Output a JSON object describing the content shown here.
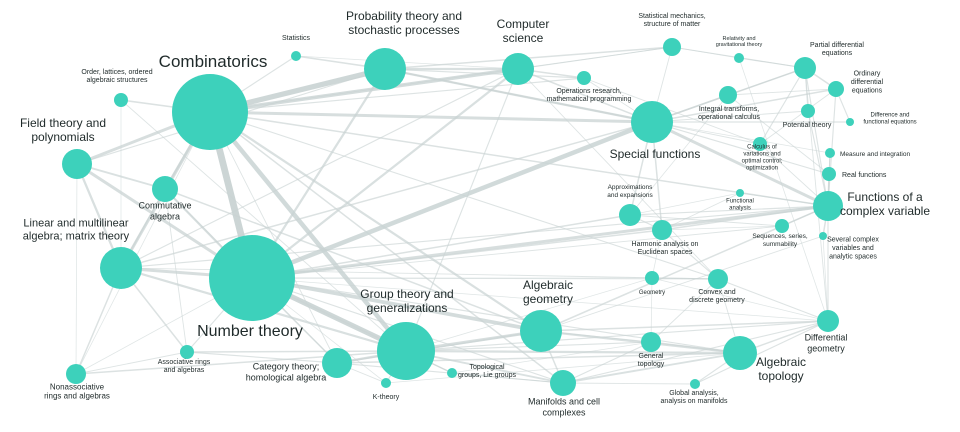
{
  "nodes": [
    {
      "id": "combinatorics",
      "lines": [
        "Combinatorics"
      ],
      "level": "xl"
    },
    {
      "id": "number_theory",
      "lines": [
        "Number theory"
      ],
      "level": "xl"
    },
    {
      "id": "probability",
      "lines": [
        "Probability theory and",
        "stochastic processes"
      ],
      "level": "l"
    },
    {
      "id": "computer_science",
      "lines": [
        "Computer",
        "science"
      ],
      "level": "l"
    },
    {
      "id": "special_functions",
      "lines": [
        "Special functions"
      ],
      "level": "l"
    },
    {
      "id": "group_theory",
      "lines": [
        "Group theory and",
        "generalizations"
      ],
      "level": "l"
    },
    {
      "id": "algebraic_geometry",
      "lines": [
        "Algebraic",
        "geometry"
      ],
      "level": "l"
    },
    {
      "id": "field_theory",
      "lines": [
        "Field theory and",
        "polynomials"
      ],
      "level": "l"
    },
    {
      "id": "linear_algebra",
      "lines": [
        "Linear and multilinear",
        "algebra; matrix theory"
      ],
      "level": "l"
    },
    {
      "id": "functions_complex",
      "lines": [
        "Functions of a",
        "complex variable"
      ],
      "level": "l"
    },
    {
      "id": "algebraic_topology",
      "lines": [
        "Algebraic",
        "topology"
      ],
      "level": "l"
    },
    {
      "id": "statistics",
      "lines": [
        "Statistics"
      ],
      "level": "xs"
    },
    {
      "id": "order_lattices",
      "lines": [
        "Order, lattices, ordered",
        "algebraic structures"
      ],
      "level": "xs"
    },
    {
      "id": "commutative_algebra",
      "lines": [
        "Commutative",
        "algebra"
      ],
      "level": "s"
    },
    {
      "id": "nonassociative",
      "lines": [
        "Nonassociative",
        "rings and algebras"
      ],
      "level": "s"
    },
    {
      "id": "associative_rings",
      "lines": [
        "Associative rings",
        "and algebras"
      ],
      "level": "xs"
    },
    {
      "id": "category_theory",
      "lines": [
        "Category theory;",
        "homological algebra"
      ],
      "level": "s"
    },
    {
      "id": "k_theory",
      "lines": [
        "K-theory"
      ],
      "level": "xs"
    },
    {
      "id": "topological_groups",
      "lines": [
        "Topological",
        "groups, Lie groups"
      ],
      "level": "xs"
    },
    {
      "id": "manifolds",
      "lines": [
        "Manifolds and cell",
        "complexes"
      ],
      "level": "s"
    },
    {
      "id": "general_topology",
      "lines": [
        "General",
        "topology"
      ],
      "level": "xs"
    },
    {
      "id": "global_analysis",
      "lines": [
        "Global analysis,",
        "analysis on manifolds"
      ],
      "level": "xs"
    },
    {
      "id": "differential_geometry",
      "lines": [
        "Differential",
        "geometry"
      ],
      "level": "s"
    },
    {
      "id": "convex_geometry",
      "lines": [
        "Convex and",
        "discrete geometry"
      ],
      "level": "xs"
    },
    {
      "id": "geometry",
      "lines": [
        "Geometry"
      ],
      "level": "xs"
    },
    {
      "id": "harmonic_analysis",
      "lines": [
        "Harmonic analysis on",
        "Euclidean spaces"
      ],
      "level": "xs"
    },
    {
      "id": "approximations",
      "lines": [
        "Approximations",
        "and expansions"
      ],
      "level": "xs"
    },
    {
      "id": "functional_analysis",
      "lines": [
        "Functional",
        "analysis"
      ],
      "level": "xs"
    },
    {
      "id": "calculus_variations",
      "lines": [
        "Calculus of",
        "variations and",
        "optimal control;",
        "optimization"
      ],
      "level": "xs"
    },
    {
      "id": "sequences_series",
      "lines": [
        "Sequences, series,",
        "summability"
      ],
      "level": "xs"
    },
    {
      "id": "several_complex",
      "lines": [
        "Several complex",
        "variables and",
        "analytic spaces"
      ],
      "level": "xs"
    },
    {
      "id": "real_functions",
      "lines": [
        "Real functions"
      ],
      "level": "xs"
    },
    {
      "id": "measure_integration",
      "lines": [
        "Measure and integration"
      ],
      "level": "xs"
    },
    {
      "id": "difference_functional",
      "lines": [
        "Difference and",
        "functional equations"
      ],
      "level": "xs"
    },
    {
      "id": "potential_theory",
      "lines": [
        "Potential theory"
      ],
      "level": "xs"
    },
    {
      "id": "integral_transforms",
      "lines": [
        "Integral transforms,",
        "operational calculus"
      ],
      "level": "xs"
    },
    {
      "id": "ode",
      "lines": [
        "Ordinary",
        "differential",
        "equations"
      ],
      "level": "s"
    },
    {
      "id": "pde",
      "lines": [
        "Partial differential",
        "equations"
      ],
      "level": "s"
    },
    {
      "id": "relativity",
      "lines": [
        "Relativity and",
        "gravitational theory"
      ],
      "level": "xs"
    },
    {
      "id": "statistical_mechanics",
      "lines": [
        "Statistical mechanics,",
        "structure of matter"
      ],
      "level": "xs"
    },
    {
      "id": "operations_research",
      "lines": [
        "Operations research,",
        "mathematical programming"
      ],
      "level": "xs"
    }
  ],
  "edges": [
    [
      "combinatorics",
      "number_theory",
      9
    ],
    [
      "combinatorics",
      "probability",
      7
    ],
    [
      "combinatorics",
      "computer_science",
      5
    ],
    [
      "combinatorics",
      "group_theory",
      6
    ],
    [
      "combinatorics",
      "special_functions",
      4
    ],
    [
      "combinatorics",
      "field_theory",
      4
    ],
    [
      "combinatorics",
      "linear_algebra",
      4
    ],
    [
      "combinatorics",
      "commutative_algebra",
      3
    ],
    [
      "combinatorics",
      "order_lattices",
      2
    ],
    [
      "combinatorics",
      "statistics",
      1.5
    ],
    [
      "combinatorics",
      "algebraic_geometry",
      3
    ],
    [
      "combinatorics",
      "manifolds",
      2
    ],
    [
      "combinatorics",
      "functions_complex",
      2
    ],
    [
      "combinatorics",
      "operations_research",
      1.5
    ],
    [
      "combinatorics",
      "convex_geometry",
      1.5
    ],
    [
      "combinatorics",
      "statistical_mechanics",
      1.2
    ],
    [
      "combinatorics",
      "category_theory",
      1.2
    ],
    [
      "combinatorics",
      "nonassociative",
      1
    ],
    [
      "number_theory",
      "group_theory",
      7
    ],
    [
      "number_theory",
      "special_functions",
      6
    ],
    [
      "number_theory",
      "algebraic_geometry",
      5
    ],
    [
      "number_theory",
      "linear_algebra",
      4
    ],
    [
      "number_theory",
      "field_theory",
      4
    ],
    [
      "number_theory",
      "commutative_algebra",
      3
    ],
    [
      "number_theory",
      "functions_complex",
      4
    ],
    [
      "number_theory",
      "probability",
      3
    ],
    [
      "number_theory",
      "computer_science",
      3
    ],
    [
      "number_theory",
      "harmonic_analysis",
      2
    ],
    [
      "number_theory",
      "approximations",
      2
    ],
    [
      "number_theory",
      "category_theory",
      2
    ],
    [
      "number_theory",
      "topological_groups",
      1.5
    ],
    [
      "number_theory",
      "associative_rings",
      1.5
    ],
    [
      "number_theory",
      "nonassociative",
      1
    ],
    [
      "number_theory",
      "manifolds",
      1.5
    ],
    [
      "number_theory",
      "k_theory",
      1
    ],
    [
      "number_theory",
      "sequences_series",
      1.2
    ],
    [
      "number_theory",
      "convex_geometry",
      1.2
    ],
    [
      "number_theory",
      "geometry",
      1
    ],
    [
      "number_theory",
      "algebraic_topology",
      1.5
    ],
    [
      "number_theory",
      "differential_geometry",
      1
    ],
    [
      "group_theory",
      "algebraic_geometry",
      4
    ],
    [
      "group_theory",
      "algebraic_topology",
      3
    ],
    [
      "group_theory",
      "linear_algebra",
      3
    ],
    [
      "group_theory",
      "category_theory",
      3
    ],
    [
      "group_theory",
      "topological_groups",
      2
    ],
    [
      "group_theory",
      "manifolds",
      2.5
    ],
    [
      "group_theory",
      "nonassociative",
      2
    ],
    [
      "group_theory",
      "associative_rings",
      2
    ],
    [
      "group_theory",
      "k_theory",
      1.5
    ],
    [
      "group_theory",
      "general_topology",
      1.5
    ],
    [
      "group_theory",
      "differential_geometry",
      1.5
    ],
    [
      "group_theory",
      "geometry",
      1
    ],
    [
      "algebraic_geometry",
      "algebraic_topology",
      3
    ],
    [
      "algebraic_geometry",
      "manifolds",
      2
    ],
    [
      "algebraic_geometry",
      "differential_geometry",
      2
    ],
    [
      "algebraic_geometry",
      "commutative_algebra",
      2
    ],
    [
      "algebraic_geometry",
      "category_theory",
      2
    ],
    [
      "algebraic_geometry",
      "functions_complex",
      2
    ],
    [
      "algebraic_geometry",
      "several_complex",
      1.2
    ],
    [
      "algebraic_geometry",
      "general_topology",
      1.2
    ],
    [
      "algebraic_topology",
      "manifolds",
      2.5
    ],
    [
      "algebraic_topology",
      "general_topology",
      2
    ],
    [
      "algebraic_topology",
      "differential_geometry",
      2
    ],
    [
      "algebraic_topology",
      "global_analysis",
      1.5
    ],
    [
      "algebraic_topology",
      "category_theory",
      2
    ],
    [
      "algebraic_topology",
      "convex_geometry",
      1.2
    ],
    [
      "special_functions",
      "functions_complex",
      4
    ],
    [
      "special_functions",
      "probability",
      3
    ],
    [
      "special_functions",
      "computer_science",
      2
    ],
    [
      "special_functions",
      "integral_transforms",
      2
    ],
    [
      "special_functions",
      "ode",
      2
    ],
    [
      "special_functions",
      "pde",
      2
    ],
    [
      "special_functions",
      "harmonic_analysis",
      2
    ],
    [
      "special_functions",
      "approximations",
      2
    ],
    [
      "special_functions",
      "real_functions",
      1.5
    ],
    [
      "special_functions",
      "difference_functional",
      1.5
    ],
    [
      "special_functions",
      "potential_theory",
      1.2
    ],
    [
      "special_functions",
      "statistical_mechanics",
      1.2
    ],
    [
      "special_functions",
      "calculus_variations",
      1.2
    ],
    [
      "special_functions",
      "measure_integration",
      1
    ],
    [
      "special_functions",
      "linear_algebra",
      2
    ],
    [
      "probability",
      "computer_science",
      3
    ],
    [
      "probability",
      "statistics",
      2
    ],
    [
      "probability",
      "statistical_mechanics",
      2
    ],
    [
      "probability",
      "operations_research",
      1.5
    ],
    [
      "probability",
      "field_theory",
      1.5
    ],
    [
      "probability",
      "special_functions",
      2
    ],
    [
      "computer_science",
      "operations_research",
      2
    ],
    [
      "computer_science",
      "linear_algebra",
      1.5
    ],
    [
      "computer_science",
      "group_theory",
      1.5
    ],
    [
      "computer_science",
      "statistical_mechanics",
      1.2
    ],
    [
      "computer_science",
      "convex_geometry",
      1.2
    ],
    [
      "field_theory",
      "linear_algebra",
      3
    ],
    [
      "field_theory",
      "commutative_algebra",
      2.5
    ],
    [
      "field_theory",
      "nonassociative",
      1
    ],
    [
      "linear_algebra",
      "nonassociative",
      2
    ],
    [
      "linear_algebra",
      "associative_rings",
      2
    ],
    [
      "linear_algebra",
      "commutative_algebra",
      2
    ],
    [
      "linear_algebra",
      "functions_complex",
      1.5
    ],
    [
      "linear_algebra",
      "convex_geometry",
      1.2
    ],
    [
      "functions_complex",
      "several_complex",
      2
    ],
    [
      "functions_complex",
      "real_functions",
      2
    ],
    [
      "functions_complex",
      "measure_integration",
      1.5
    ],
    [
      "functions_complex",
      "harmonic_analysis",
      2
    ],
    [
      "functions_complex",
      "potential_theory",
      1.5
    ],
    [
      "functions_complex",
      "ode",
      1.5
    ],
    [
      "functions_complex",
      "pde",
      1.5
    ],
    [
      "functions_complex",
      "differential_geometry",
      1.5
    ],
    [
      "functions_complex",
      "sequences_series",
      1.5
    ],
    [
      "functions_complex",
      "calculus_variations",
      1.2
    ],
    [
      "functions_complex",
      "functional_analysis",
      1.2
    ],
    [
      "functions_complex",
      "approximations",
      1.5
    ],
    [
      "pde",
      "ode",
      2
    ],
    [
      "pde",
      "relativity",
      1.5
    ],
    [
      "pde",
      "integral_transforms",
      1.5
    ],
    [
      "pde",
      "potential_theory",
      1.5
    ],
    [
      "pde",
      "calculus_variations",
      1.5
    ],
    [
      "pde",
      "statistical_mechanics",
      1.2
    ],
    [
      "pde",
      "differential_geometry",
      1.2
    ],
    [
      "ode",
      "difference_functional",
      1.5
    ],
    [
      "ode",
      "integral_transforms",
      1.2
    ],
    [
      "ode",
      "calculus_variations",
      1.2
    ],
    [
      "harmonic_analysis",
      "convex_geometry",
      1.5
    ],
    [
      "harmonic_analysis",
      "approximations",
      1.5
    ],
    [
      "harmonic_analysis",
      "functional_analysis",
      1.2
    ],
    [
      "harmonic_analysis",
      "geometry",
      1
    ],
    [
      "harmonic_analysis",
      "sequences_series",
      1
    ],
    [
      "convex_geometry",
      "geometry",
      1.5
    ],
    [
      "convex_geometry",
      "differential_geometry",
      1.5
    ],
    [
      "convex_geometry",
      "general_topology",
      1.2
    ],
    [
      "geometry",
      "general_topology",
      1
    ],
    [
      "geometry",
      "differential_geometry",
      1
    ],
    [
      "differential_geometry",
      "global_analysis",
      1.5
    ],
    [
      "differential_geometry",
      "manifolds",
      1.5
    ],
    [
      "manifolds",
      "general_topology",
      1.5
    ],
    [
      "manifolds",
      "category_theory",
      1.5
    ],
    [
      "manifolds",
      "topological_groups",
      1.2
    ],
    [
      "category_theory",
      "associative_rings",
      1.5
    ],
    [
      "category_theory",
      "k_theory",
      1.2
    ],
    [
      "category_theory",
      "commutative_algebra",
      1.2
    ],
    [
      "commutative_algebra",
      "associative_rings",
      1.2
    ],
    [
      "nonassociative",
      "associative_rings",
      1.2
    ],
    [
      "order_lattices",
      "group_theory",
      1.2
    ],
    [
      "order_lattices",
      "linear_algebra",
      1
    ],
    [
      "statistics",
      "computer_science",
      1
    ],
    [
      "operations_research",
      "calculus_variations",
      1.2
    ],
    [
      "operations_research",
      "special_functions",
      1.2
    ],
    [
      "statistical_mechanics",
      "relativity",
      1
    ],
    [
      "relativity",
      "differential_geometry",
      1
    ],
    [
      "integral_transforms",
      "real_functions",
      1.2
    ],
    [
      "integral_transforms",
      "approximations",
      1
    ],
    [
      "approximations",
      "sequences_series",
      1.2
    ],
    [
      "approximations",
      "functional_analysis",
      1
    ],
    [
      "real_functions",
      "measure_integration",
      1.2
    ],
    [
      "several_complex",
      "differential_geometry",
      1
    ],
    [
      "global_analysis",
      "manifolds",
      1.2
    ],
    [
      "general_topology",
      "topological_groups",
      1
    ],
    [
      "k_theory",
      "algebraic_topology",
      1
    ]
  ]
}
